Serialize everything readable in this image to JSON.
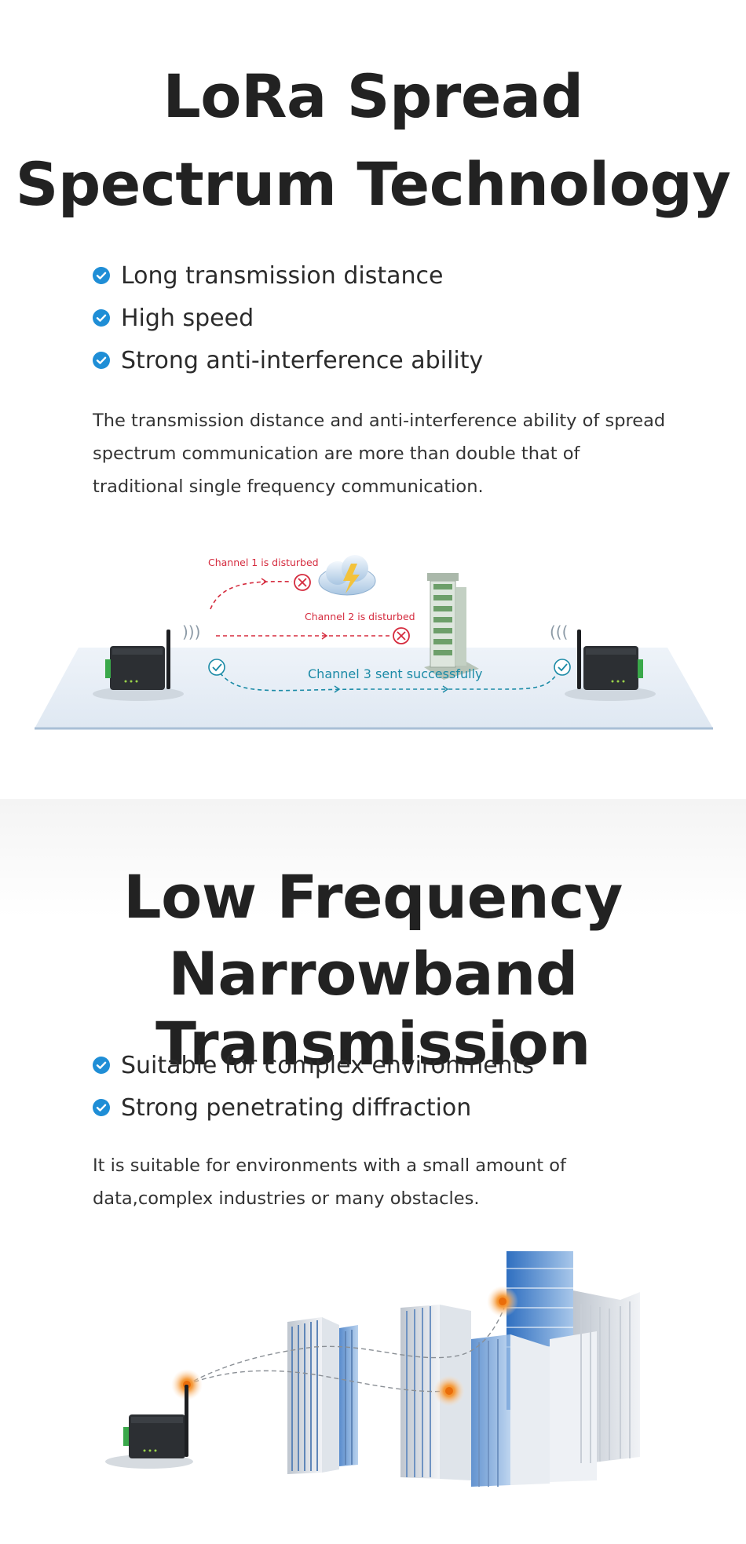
{
  "colors": {
    "accent": "#1f8ed6",
    "error": "#d52b3e",
    "success": "#1a8aa6",
    "text": "#222222"
  },
  "section1": {
    "title_line1": "LoRa Spread",
    "title_line2": "Spectrum Technology",
    "bullets": [
      {
        "icon": "check-circle-icon",
        "label": "Long transmission distance"
      },
      {
        "icon": "check-circle-icon",
        "label": "High speed"
      },
      {
        "icon": "check-circle-icon",
        "label": "Strong anti-interference ability"
      }
    ],
    "paragraph": "The transmission distance and anti-interference ability of spread spectrum communication are more than double that of traditional single frequency communication.",
    "diagram": {
      "channel1": "Channel 1 is disturbed",
      "channel2": "Channel 2 is disturbed",
      "channel3": "Channel 3 sent successfully"
    }
  },
  "section2": {
    "title_line1": "Low Frequency",
    "title_line2": "Narrowband Transmission",
    "bullets": [
      {
        "icon": "check-circle-icon",
        "label": "Suitable for complex environments"
      },
      {
        "icon": "check-circle-icon",
        "label": "Strong penetrating diffraction"
      }
    ],
    "paragraph": "It is suitable for environments with a small amount of data,complex industries or many obstacles."
  }
}
